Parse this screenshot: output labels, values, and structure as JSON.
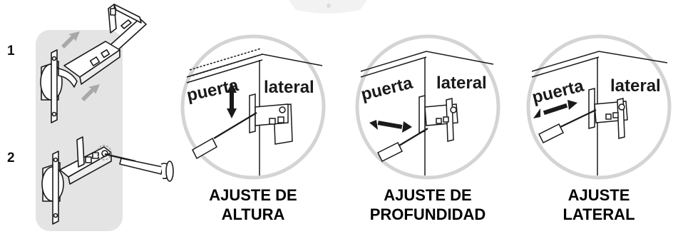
{
  "steps": [
    {
      "number": "1"
    },
    {
      "number": "2"
    }
  ],
  "panels": [
    {
      "door_label": "puerta",
      "side_label": "lateral",
      "caption_line1": "AJUSTE DE",
      "caption_line2": "ALTURA"
    },
    {
      "door_label": "puerta",
      "side_label": "lateral",
      "caption_line1": "AJUSTE DE",
      "caption_line2": "PROFUNDIDAD"
    },
    {
      "door_label": "puerta",
      "side_label": "lateral",
      "caption_line1": "AJUSTE",
      "caption_line2": "LATERAL"
    }
  ],
  "colors": {
    "line": "#1a1a1a",
    "circle_border": "#d4d4d4",
    "panel_bg": "#e4e4e4",
    "arrow_gray": "#a8a8a8",
    "hinge_gray": "#cfcfcf"
  }
}
